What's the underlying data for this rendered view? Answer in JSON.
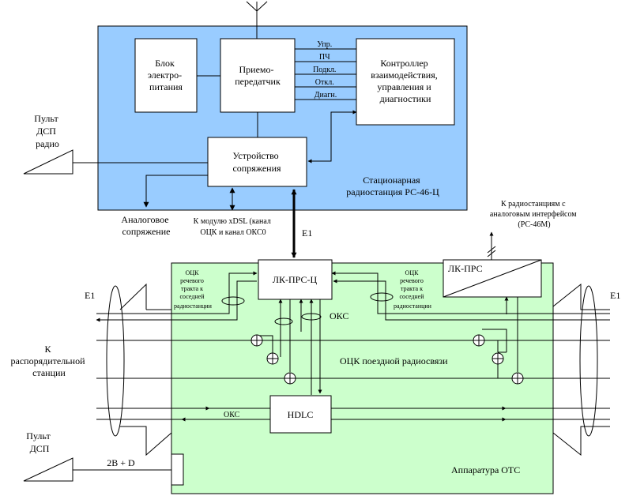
{
  "blocks": {
    "power_supply": [
      "Блок",
      "электро-",
      "питания"
    ],
    "transceiver": [
      "Приемо-",
      "передатчик"
    ],
    "controller": [
      "Контроллер",
      "взаимодействия,",
      "управления и",
      "диагностики"
    ],
    "interface_device": [
      "Устройство",
      "сопряжения"
    ],
    "lk_prs_c": "ЛК-ПРС-Ц",
    "lk_prs": "ЛК-ПРС",
    "hdlc": "HDLC"
  },
  "signals": [
    "Упр.",
    "ПЧ",
    "Подкл.",
    "Откл.",
    "Диагн."
  ],
  "labels": {
    "station": [
      "Стационарная",
      "радиостанция РС-46-Ц"
    ],
    "dsp_radio": [
      "Пульт",
      "ДСП",
      "радио"
    ],
    "analog": [
      "Аналоговое",
      "сопряжение"
    ],
    "xdsl": [
      "К модулю xDSL (канал",
      "ОЦК и канал ОКС0"
    ],
    "e1_vertical": "E1",
    "to_analog": [
      "К радиостанциям с",
      "аналоговым интерфейсом",
      "(РС-46М)"
    ],
    "e1_left": "E1",
    "e1_right": "E1",
    "ock_left": [
      "ОЦК",
      "речевого",
      "тракта к",
      "соседней",
      "радиостанции"
    ],
    "ock_right": [
      "ОЦК",
      "речевого",
      "тракта к",
      "соседней",
      "радиостанции"
    ],
    "oks_top": "ОКС",
    "dispatcher": [
      "К",
      "распорядительной",
      "станции"
    ],
    "ock_train": "ОЦК поездной радиосвязи",
    "oks_bottom": "ОКС",
    "dsp": [
      "Пульт",
      "ДСП"
    ],
    "bus": "2B + D",
    "ots": "Аппаратура ОТС"
  },
  "colors": {
    "station_fill": "#99CCFF",
    "ots_fill": "#CCFFCC"
  }
}
